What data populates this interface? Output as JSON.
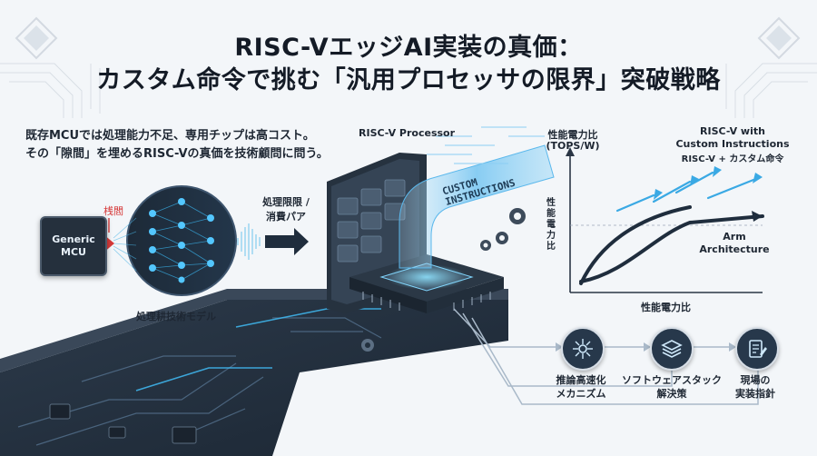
{
  "title": {
    "line1": "RISC-VエッジAI実装の真価：",
    "line2": "カスタム命令で挑む「汎用プロセッサの限界」突破戦略"
  },
  "intro": {
    "line1": "既存MCUでは処理能力不足、専用チップは高コスト。",
    "line2": "その「隙間」を埋めるRISC-Vの真価を技術顧問に問う。"
  },
  "left": {
    "mcu_line1": "Generic",
    "mcu_line2": "MCU",
    "bottleneck_label": "桟閻",
    "model_label": "処理耕技術モデル",
    "limit_line1": "処理限限 /",
    "limit_line2": "消費パア"
  },
  "center": {
    "processor_label": "RISC-V Processor",
    "ribbon_line1": "CUSTOM",
    "ribbon_line2": "INSTRUCTIONS"
  },
  "right_chart": {
    "y_title_line1": "性能電力比",
    "y_title_line2": "(TOPS/W)",
    "y_axis_label": "性能電力比",
    "x_axis_label": "性能電力比",
    "riscv_line1": "RISC-V with",
    "riscv_line2": "Custom Instructions",
    "riscv_line3": "RISC-V + カスタム命令",
    "arm_line1": "Arm",
    "arm_line2": "Architecture"
  },
  "steps": [
    {
      "line1": "推論高速化",
      "line2": "メカニズム",
      "icon": "ai-chip-icon"
    },
    {
      "line1": "ソフトウェアスタック",
      "line2": "解決策",
      "icon": "stack-layers-icon"
    },
    {
      "line1": "現場の",
      "line2": "実装指針",
      "icon": "document-edit-icon"
    }
  ],
  "colors": {
    "accent_blue": "#2aa4e8",
    "dark_navy": "#27384b",
    "bottleneck_red": "#d63a3a",
    "curve_dark": "#1f2d3d"
  }
}
